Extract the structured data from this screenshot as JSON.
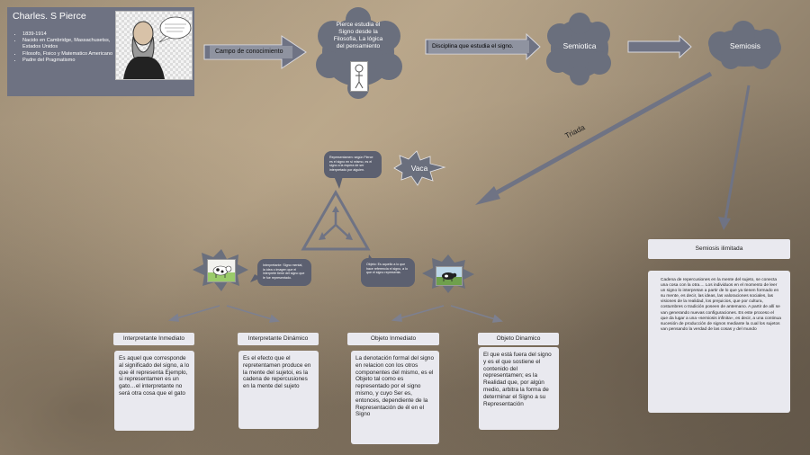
{
  "header": {
    "title": "Charles. S Pierce",
    "facts": [
      "1839-1914",
      "Nacido en Cambridge, Massachusetss, Estados Unidos",
      "Filosofo, Fisico y Matematico Americano",
      "Padre del Pragmatismo"
    ]
  },
  "flow": {
    "campo_label": "Campo de conocimiento",
    "cloud_pierce": "Pierce estudia el Signo desde la Filosofia, La lógica del pensamiento",
    "disciplina_label": "Disciplina que estudia el signo.",
    "semiotica": "Semiotica",
    "semiosis": "Semiosis",
    "triada_label": "Triada"
  },
  "triad": {
    "vaca": "Vaca",
    "bubble_representamen": "Representamen: según Pierce es el signo en sí mismo, es el signo a la espera de ser interpretado por alguien.",
    "bubble_interpretante": "Interpretante: Signo mental, la idea o imagen que el interprete tiene del signo que le fue representado.",
    "bubble_objeto": "Objeto: Es aquello a lo que hace referencia el signo, a lo que el signo representa."
  },
  "concepts": [
    {
      "title": "Interpretante Inmediato",
      "body": "Es aquel que corresponde al significado del signo, a lo que él representa Ejemplo, si representamen es un gato…el interpretante no será otra cosa que el gato"
    },
    {
      "title": "Interpretante Dinámico",
      "body": "Es el efecto que el repretentamen produce en la mente del sujetoi, es la cadena de repercusiones en la mente del sujeto"
    },
    {
      "title": "Objeto Inmediato",
      "body": "La denotación formal del signo en relacion con los otros componentes del mismo, es el Objeto tal como es representado por el signo mismo, y cuyo Ser es, entonces, dependiente de la Representación de él en el Signo"
    },
    {
      "title": "Objeto Dinamico",
      "body": "El que está fuera del signo y es el que sostiene el contenido del representamen; es la Realidad que, por algún medio, arbitra la forma de determinar el Signo a su Representación"
    }
  ],
  "semiosis_ilimitada": {
    "title": "Semiosis ilimitada",
    "body": "Cadena de repercusiones en la mente del sujeto, se conecta una cosa con la otra.... Los individuos en el momento de leer un signo lo interpretan a partir de lo que ya tienen formado en su mente, es decir, las ideas, las valoraciones sociales, las visiones de la realidad, los prejuicios, que por cultura, costumbres o tradición poseen de antemano. A partir de allí se van generando nuevas configuraciones. Es este proceso el que da lugar a una «semiosis infinita», es decir, a una continua sucesión de producción de signos mediante la cual los sujetos van pensando la verdad de las cosas y del mundo"
  },
  "colors": {
    "card": "#6e7282",
    "cloud": "#6a6f7d",
    "arrow": "#6f7384",
    "box": "#e9e9ef"
  }
}
